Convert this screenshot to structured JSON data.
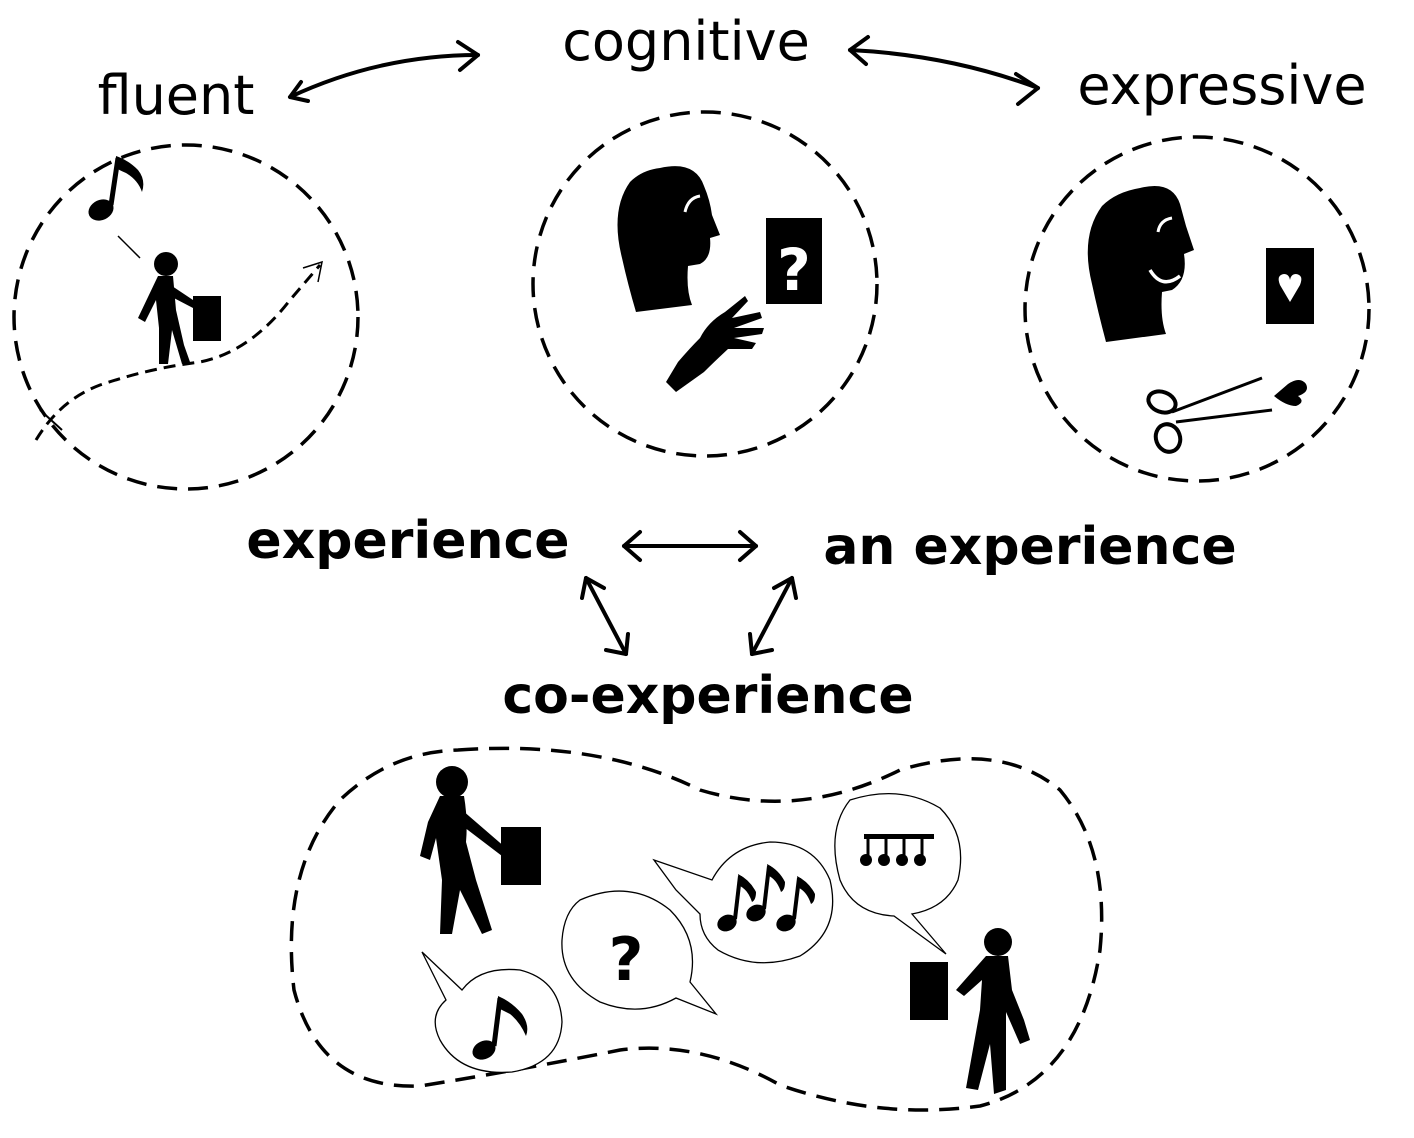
{
  "labels": {
    "fluent": "fluent",
    "cognitive": "cognitive",
    "expressive": "expressive",
    "experience": "experience",
    "an_experience": "an experience",
    "co_experience": "co-experience"
  },
  "icons": {
    "fluent_circle": [
      "music-note-icon",
      "walking-person-icon",
      "box-icon",
      "dashed-path-arrow-icon"
    ],
    "cognitive_circle": [
      "head-profile-icon",
      "hand-icon",
      "question-card-icon"
    ],
    "expressive_circle": [
      "smiling-head-icon",
      "heart-card-icon",
      "scissors-icon",
      "heart-icon"
    ],
    "co_experience_blob": [
      "walking-person-icon",
      "box-icon",
      "speech-bubble-icon",
      "music-note-icon",
      "question-mark-icon",
      "beamed-notes-icon"
    ]
  },
  "colors": {
    "ink": "#000000",
    "background": "#ffffff"
  }
}
